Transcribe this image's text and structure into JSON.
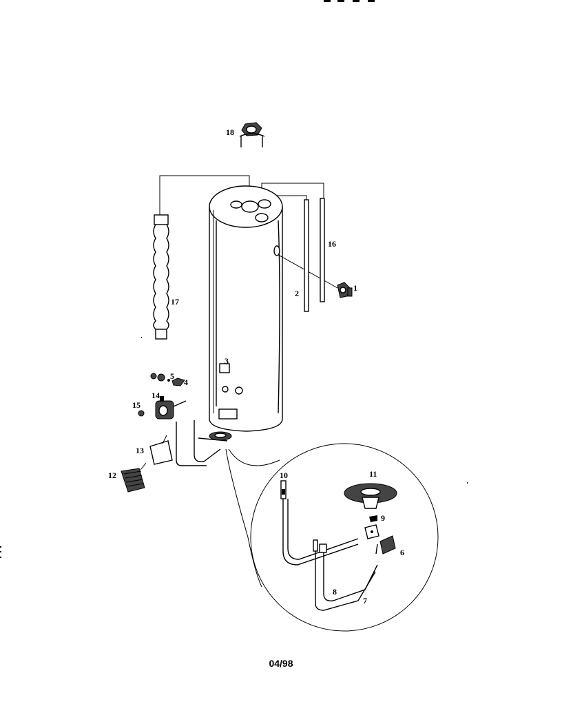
{
  "diagram": {
    "part_labels": {
      "p1": "1",
      "p2": "2",
      "p3": "3",
      "p4": "4",
      "p5": "5",
      "p6": "6",
      "p7": "7",
      "p8": "8",
      "p9": "9",
      "p10": "10",
      "p11": "11",
      "p12": "12",
      "p13": "13",
      "p14": "14",
      "p15": "15",
      "p16": "16",
      "p17": "17",
      "p18": "18"
    }
  },
  "footer": {
    "date_code": "04/98"
  }
}
